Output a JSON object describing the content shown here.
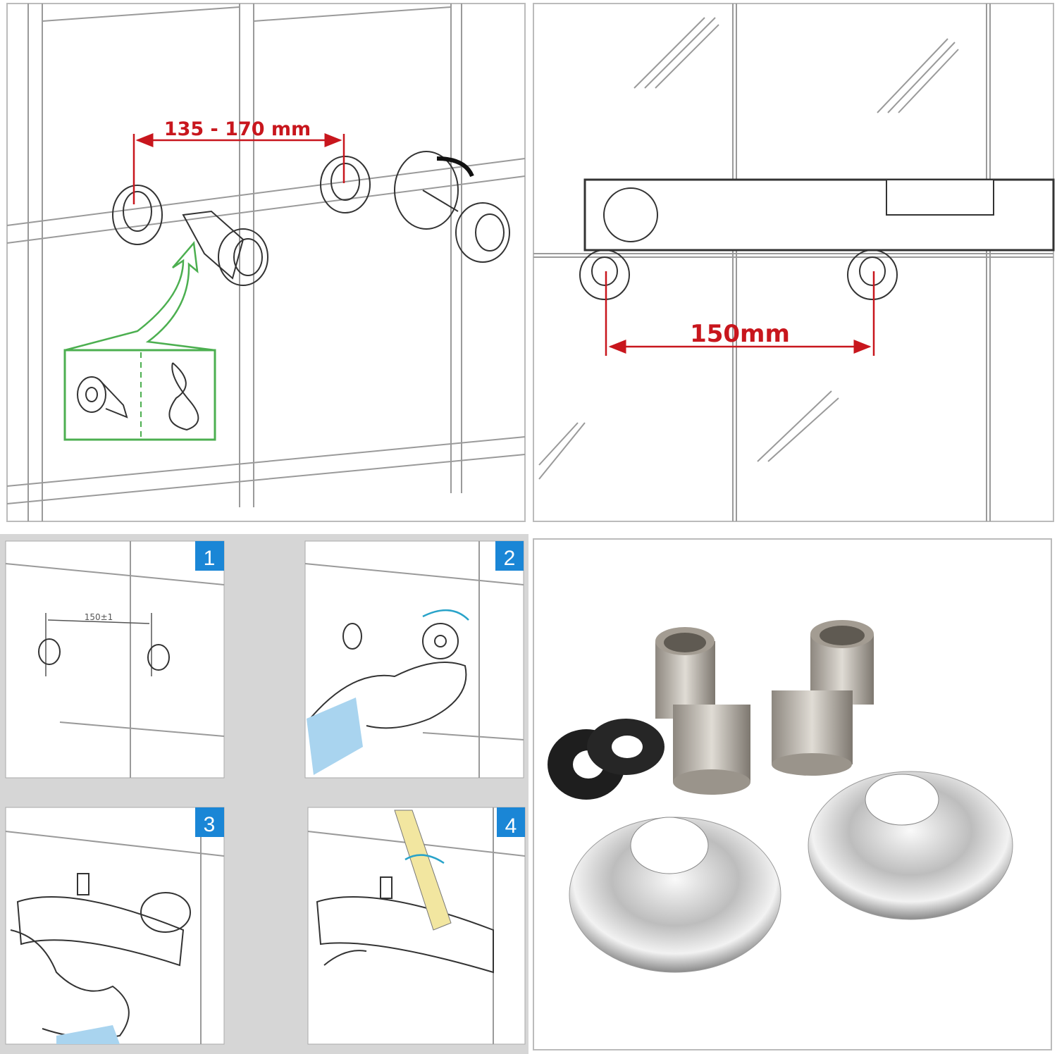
{
  "panels": {
    "top_left": {
      "dimension_label": "135 - 170 mm"
    },
    "top_right": {
      "dimension_label": "150mm"
    },
    "steps": [
      {
        "number": "1",
        "dimension_label": "150±1"
      },
      {
        "number": "2"
      },
      {
        "number": "3"
      },
      {
        "number": "4"
      }
    ]
  },
  "colors": {
    "dimension": "#c8161d",
    "badge": "#1a86d6",
    "callout": "#4caf50",
    "background_gray": "#d6d6d6"
  }
}
